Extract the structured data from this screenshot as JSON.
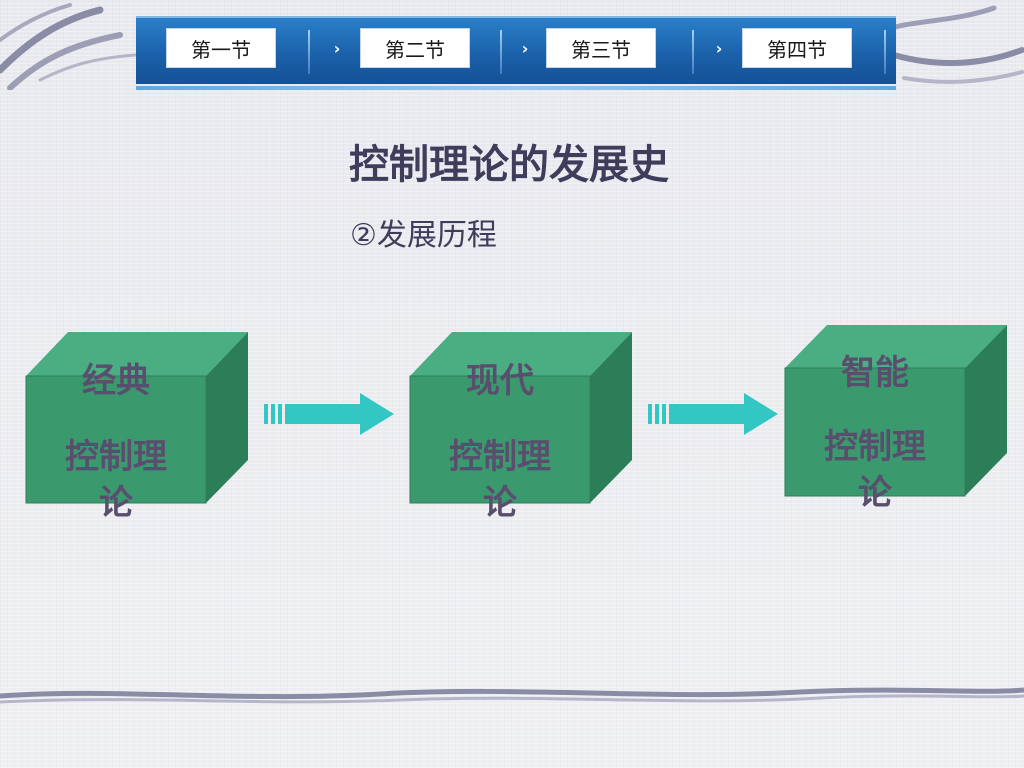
{
  "nav": {
    "tabs": [
      {
        "label": "第一节"
      },
      {
        "label": "第二节"
      },
      {
        "label": "第三节"
      },
      {
        "label": "第四节"
      }
    ]
  },
  "title": "控制理论的发展史",
  "subtitle": "②发展历程",
  "stages": [
    {
      "line1": "经典",
      "line2": "控制理论"
    },
    {
      "line1": "现代",
      "line2": "控制理论"
    },
    {
      "line1": "智能",
      "line2": "控制理论"
    }
  ],
  "colors": {
    "cube_front": "#3a9a6e",
    "cube_top": "#4aae82",
    "cube_side": "#2c7e58",
    "arrow": "#33c7c4",
    "nav_blue": "#1a5fa8"
  }
}
